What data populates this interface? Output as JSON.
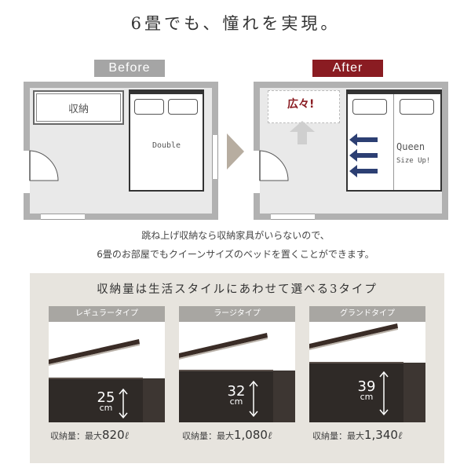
{
  "headline": "6畳でも、憧れを実現。",
  "before": {
    "label": "Before",
    "storage_label": "収納",
    "bed_label": "Double"
  },
  "after": {
    "label": "After",
    "spacious_label": "広々!",
    "bed_label": "Queen",
    "bed_sublabel": "Size Up!"
  },
  "description": {
    "line1": "跳ね上げ収納なら収納家具がいらないので、",
    "line2": "6畳のお部屋でもクイーンサイズのベッドを置くことができます。"
  },
  "storage_section": {
    "title": "収納量は生活スタイルにあわせて選べる3タイプ",
    "types": [
      {
        "name": "レギュラータイプ",
        "depth": "25",
        "unit": "cm",
        "caption_prefix": "収納量：最大",
        "capacity": "820",
        "capacity_unit": "ℓ"
      },
      {
        "name": "ラージタイプ",
        "depth": "32",
        "unit": "cm",
        "caption_prefix": "収納量：最大",
        "capacity": "1,080",
        "capacity_unit": "ℓ"
      },
      {
        "name": "グランドタイプ",
        "depth": "39",
        "unit": "cm",
        "caption_prefix": "収納量：最大",
        "capacity": "1,340",
        "capacity_unit": "ℓ"
      }
    ]
  },
  "colors": {
    "accent": "#8a1c22",
    "arrow_blue": "#2c3f73",
    "wall": "#b1b1b1",
    "floor": "#e9e9e9",
    "panel_bg": "#e7e4de",
    "bed_frame": "#2f2a27"
  }
}
